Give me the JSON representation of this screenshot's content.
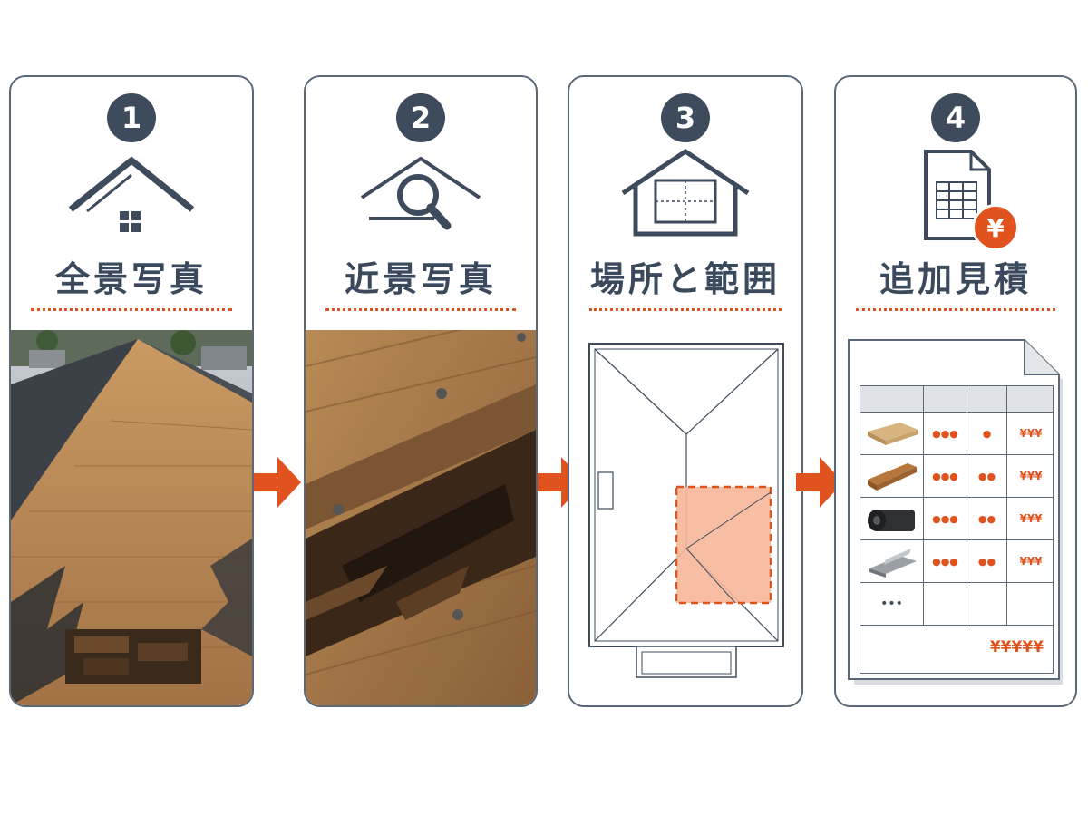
{
  "steps": [
    {
      "number": "1",
      "title": "全景写真"
    },
    {
      "number": "2",
      "title": "近景写真"
    },
    {
      "number": "3",
      "title": "場所と範囲"
    },
    {
      "number": "4",
      "title": "追加見積"
    }
  ],
  "icons": [
    "house-icon",
    "house-magnifier-icon",
    "house-floorplan-icon",
    "spreadsheet-yen-icon"
  ],
  "estimate": {
    "currency_badge": "¥",
    "rows": [
      {
        "material": "plywood-board-icon",
        "qty": "●●●",
        "unit": "●",
        "price": "¥¥¥"
      },
      {
        "material": "lumber-icon",
        "qty": "●●●",
        "unit": "●●",
        "price": "¥¥¥"
      },
      {
        "material": "roofing-roll-icon",
        "qty": "●●●",
        "unit": "●●",
        "price": "¥¥¥"
      },
      {
        "material": "metal-flashing-icon",
        "qty": "●●●",
        "unit": "●●",
        "price": "¥¥¥"
      }
    ],
    "more": "•••",
    "total": "¥¥¥¥¥"
  },
  "colors": {
    "accent": "#e0531f",
    "navy": "#3d4b5c",
    "highlight": "#f6b79a"
  }
}
